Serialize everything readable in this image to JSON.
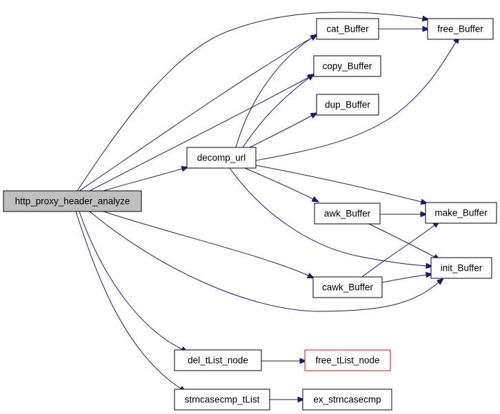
{
  "nodes": {
    "root": {
      "label": "http_proxy_header_analyze",
      "fill": "#bfbfbf",
      "border": "#000000"
    },
    "decomp_url": {
      "label": "decomp_url",
      "fill": "#ffffff",
      "border": "#000000"
    },
    "cat_buffer": {
      "label": "cat_Buffer",
      "fill": "#ffffff",
      "border": "#000000"
    },
    "copy_buffer": {
      "label": "copy_Buffer",
      "fill": "#ffffff",
      "border": "#000000"
    },
    "dup_buffer": {
      "label": "dup_Buffer",
      "fill": "#ffffff",
      "border": "#000000"
    },
    "free_buffer": {
      "label": "free_Buffer",
      "fill": "#ffffff",
      "border": "#000000"
    },
    "awk_buffer": {
      "label": "awk_Buffer",
      "fill": "#ffffff",
      "border": "#000000"
    },
    "make_buffer": {
      "label": "make_Buffer",
      "fill": "#ffffff",
      "border": "#000000"
    },
    "cawk_buffer": {
      "label": "cawk_Buffer",
      "fill": "#ffffff",
      "border": "#000000"
    },
    "init_buffer": {
      "label": "init_Buffer",
      "fill": "#ffffff",
      "border": "#000000"
    },
    "del_tlist_node": {
      "label": "del_tList_node",
      "fill": "#ffffff",
      "border": "#000000"
    },
    "free_tlist_node": {
      "label": "free_tList_node",
      "fill": "#ffffff",
      "border": "#ff0000"
    },
    "strncasecmp_tlist": {
      "label": "strncasecmp_tList",
      "fill": "#ffffff",
      "border": "#000000"
    },
    "ex_strncasecmp": {
      "label": "ex_strncasecmp",
      "fill": "#ffffff",
      "border": "#000000"
    }
  },
  "edges": [
    [
      "root",
      "decomp_url"
    ],
    [
      "root",
      "cat_buffer"
    ],
    [
      "root",
      "copy_buffer"
    ],
    [
      "root",
      "free_buffer"
    ],
    [
      "root",
      "cawk_buffer"
    ],
    [
      "root",
      "init_buffer"
    ],
    [
      "root",
      "del_tlist_node"
    ],
    [
      "root",
      "strncasecmp_tlist"
    ],
    [
      "decomp_url",
      "cat_buffer"
    ],
    [
      "decomp_url",
      "copy_buffer"
    ],
    [
      "decomp_url",
      "dup_buffer"
    ],
    [
      "decomp_url",
      "free_buffer"
    ],
    [
      "decomp_url",
      "awk_buffer"
    ],
    [
      "decomp_url",
      "make_buffer"
    ],
    [
      "decomp_url",
      "init_buffer"
    ],
    [
      "cat_buffer",
      "free_buffer"
    ],
    [
      "awk_buffer",
      "make_buffer"
    ],
    [
      "awk_buffer",
      "init_buffer"
    ],
    [
      "cawk_buffer",
      "make_buffer"
    ],
    [
      "cawk_buffer",
      "init_buffer"
    ],
    [
      "del_tlist_node",
      "free_tlist_node"
    ],
    [
      "strncasecmp_tlist",
      "ex_strncasecmp"
    ]
  ],
  "colors": {
    "edge": "#191970"
  }
}
